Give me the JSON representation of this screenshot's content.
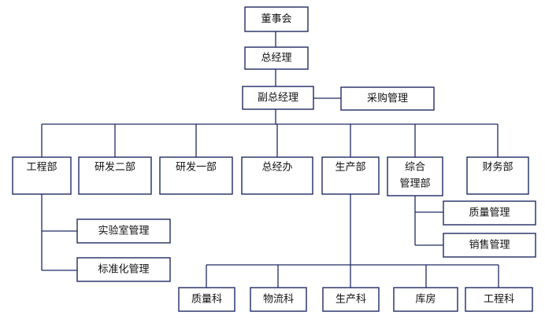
{
  "org_chart": {
    "board": "董事会",
    "general_manager": "总经理",
    "deputy_gm": "副总经理",
    "procurement": "采购管理",
    "departments": {
      "engineering": "工程部",
      "rd2": "研发二部",
      "rd1": "研发一部",
      "gm_office": "总经办",
      "production": "生产部",
      "general_admin_line1": "综合",
      "general_admin_line2": "管理部",
      "finance": "财务部"
    },
    "engineering_subs": {
      "lab_management": "实验室管理",
      "standardization": "标准化管理"
    },
    "admin_subs": {
      "quality_management": "质量管理",
      "sales_management": "销售管理"
    },
    "production_subs": {
      "quality_section": "质量科",
      "logistics_section": "物流科",
      "production_section": "生产科",
      "warehouse": "库房",
      "engineering_section": "工程科"
    },
    "colors": {
      "line": "#1f2a63",
      "box_border": "#1f2a63",
      "text": "#111111",
      "background": "#ffffff"
    }
  }
}
